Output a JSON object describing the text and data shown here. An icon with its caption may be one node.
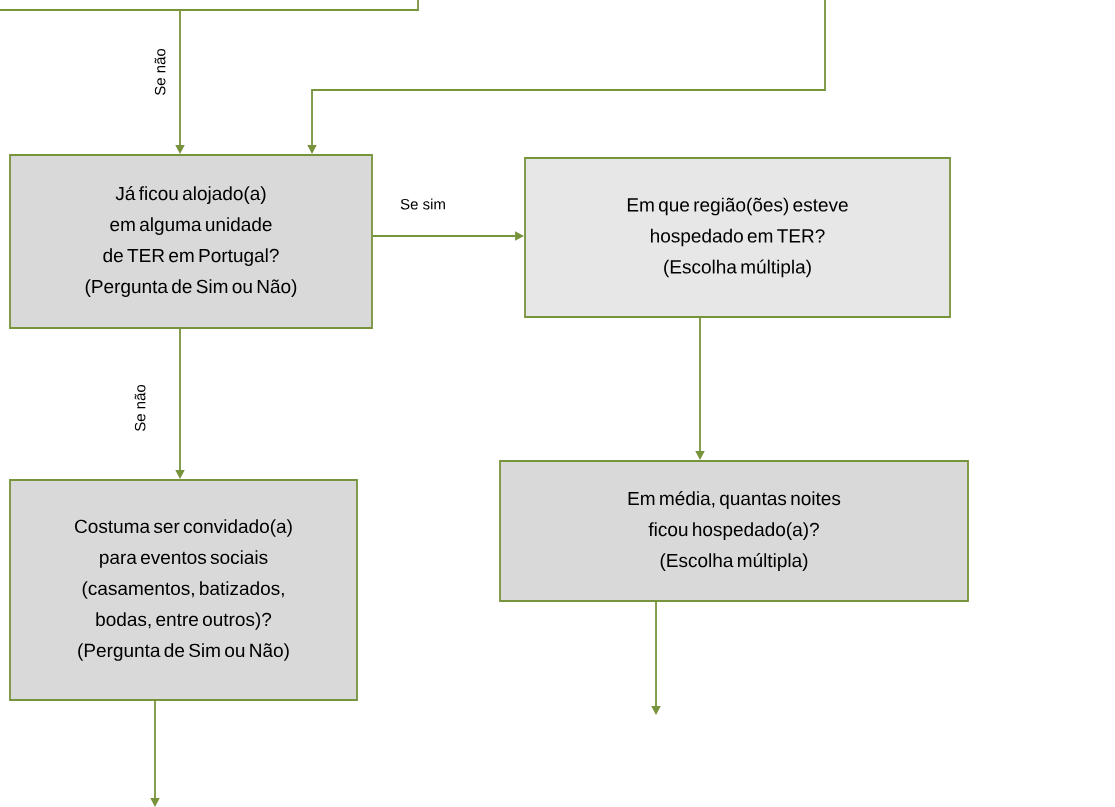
{
  "diagram": {
    "nodes": [
      {
        "text": [],
        "shape": "box"
      },
      {
        "text": [
          "Já ficou alojado(a) em alguma unidade de TER em Portugal?",
          "(Pergunta de Sim ou Não)"
        ]
      },
      {
        "text": [
          "Em que região(ões) esteve hospedado em TER?",
          "(Escolha múltipla)"
        ]
      },
      {
        "text": [
          "Em média, quantas noites ficou hospedado(a)?",
          "(Escolha múltipla)"
        ]
      },
      {
        "text": [
          "Costuma ser convidado(a) para eventos sociais (casamentos, batizados, bodas, entre outros)?",
          "(Pergunta de Sim ou Não)"
        ]
      }
    ],
    "edges": [
      {
        "from": 0,
        "to": 1,
        "arrow": "to",
        "label": "Se não"
      },
      {
        "from": null,
        "to": 1,
        "arrow": "to"
      },
      {
        "from": 1,
        "to": 2,
        "arrow": "to",
        "label": "Se sim"
      },
      {
        "from": 1,
        "to": 4,
        "arrow": "to",
        "label": "Se não"
      },
      {
        "from": 2,
        "to": 3,
        "arrow": "to"
      },
      {
        "from": 3,
        "to": null,
        "arrow": "to"
      },
      {
        "from": 4,
        "to": null,
        "arrow": "to"
      }
    ]
  }
}
